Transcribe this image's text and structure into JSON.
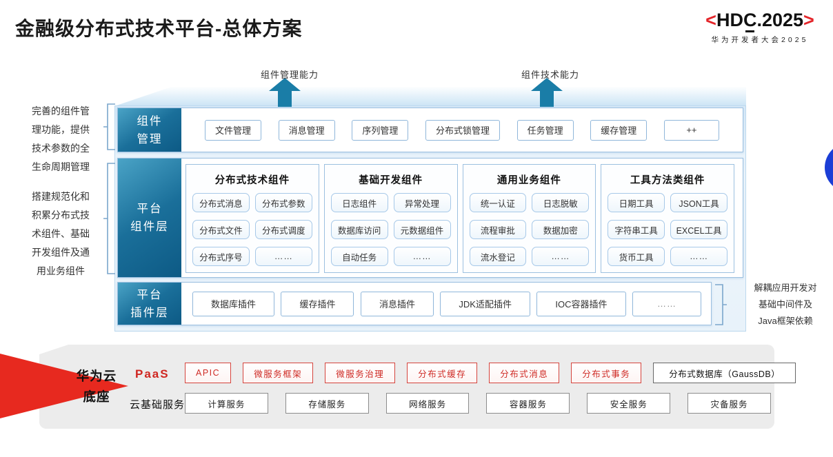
{
  "slide": {
    "title": "金融级分布式技术平台-总体方案"
  },
  "logo": {
    "bracket_left": "<",
    "main_pre": "HD",
    "main_c": "C",
    "main_post": ".2025",
    "bracket_right": ">",
    "subtitle": "华为开发者大会2025"
  },
  "capabilities": [
    {
      "label": "组件管理能力"
    },
    {
      "label": "组件技术能力"
    }
  ],
  "notes": {
    "left1": {
      "lines": [
        "完善的组件管",
        "理功能，提供",
        "技术参数的全",
        "生命周期管理"
      ]
    },
    "left2": {
      "lines": [
        "搭建规范化和",
        "积累分布式技",
        "术组件、基础",
        "开发组件及通",
        "用业务组件"
      ]
    },
    "right": {
      "lines": [
        "解耦应用开发对",
        "基础中间件及",
        "Java框架依赖"
      ]
    }
  },
  "layers": {
    "management": {
      "label_lines": [
        "组件",
        "管理"
      ],
      "items": [
        "文件管理",
        "消息管理",
        "序列管理",
        "分布式锁管理",
        "任务管理",
        "缓存管理",
        "++"
      ]
    },
    "components": {
      "label_lines": [
        "平台",
        "组件层"
      ],
      "columns": [
        {
          "title": "分布式技术组件",
          "items": [
            "分布式消息",
            "分布式参数",
            "分布式文件",
            "分布式调度",
            "分布式序号",
            "……"
          ]
        },
        {
          "title": "基础开发组件",
          "items": [
            "日志组件",
            "异常处理",
            "数据库访问",
            "元数据组件",
            "自动任务",
            "……"
          ]
        },
        {
          "title": "通用业务组件",
          "items": [
            "统一认证",
            "日志脱敏",
            "流程审批",
            "数据加密",
            "流水登记",
            "……"
          ]
        },
        {
          "title": "工具方法类组件",
          "items": [
            "日期工具",
            "JSON工具",
            "字符串工具",
            "EXCEL工具",
            "货币工具",
            "……"
          ]
        }
      ]
    },
    "plugins": {
      "label_lines": [
        "平台",
        "插件层"
      ],
      "items": [
        "数据库插件",
        "缓存插件",
        "消息插件",
        "JDK适配插件",
        "IOC容器插件",
        "……"
      ]
    }
  },
  "foundation": {
    "label_lines": [
      "华为云",
      "底座"
    ],
    "paas": {
      "label": "PaaS",
      "items": [
        "APIC",
        "微服务框架",
        "微服务治理",
        "分布式缓存",
        "分布式消息",
        "分布式事务"
      ],
      "db_item": "分布式数据库（GaussDB）"
    },
    "cloud": {
      "label": "云基础服务",
      "items": [
        "计算服务",
        "存储服务",
        "网络服务",
        "容器服务",
        "安全服务",
        "灾备服务"
      ]
    }
  },
  "colors": {
    "accent_red": "#e4252a",
    "layer_label_teal": "#1a6f9a",
    "arrow_teal": "#1a7da7",
    "paas_red": "#cf2a24",
    "band_blue": "#cbe4f5",
    "circle_blue": "#1b3ed6",
    "foundation_gray": "#ececec"
  }
}
